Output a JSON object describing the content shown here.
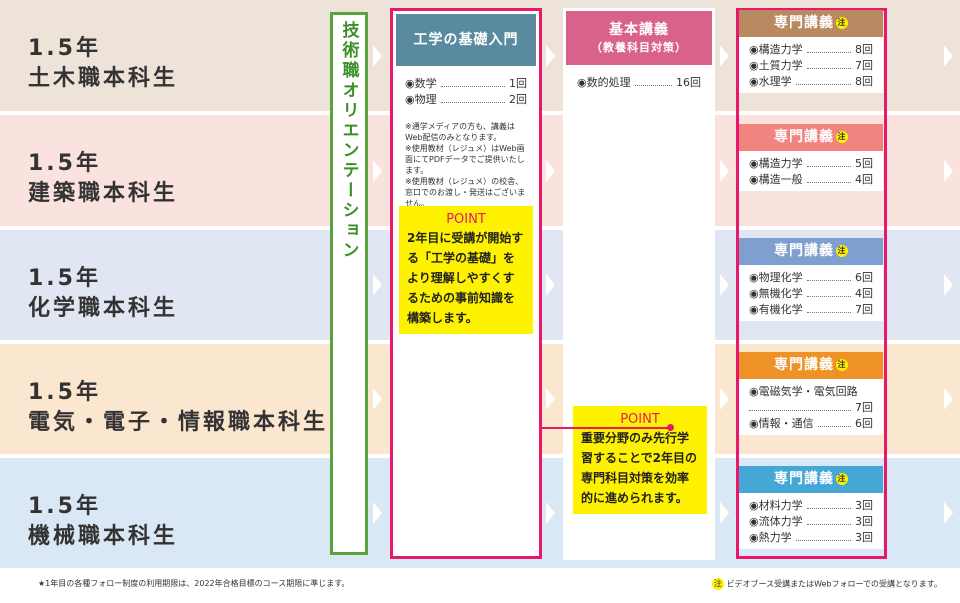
{
  "rows": [
    {
      "line1": "1.5年",
      "line2": "土木職本科生",
      "bg": "#ede3d8"
    },
    {
      "line1": "1.5年",
      "line2": "建築職本科生",
      "bg": "#fae3de"
    },
    {
      "line1": "1.5年",
      "line2": "化学職本科生",
      "bg": "#e0e6f2"
    },
    {
      "line1": "1.5年",
      "line2": "電気・電子・情報職本科生",
      "bg": "#fbe6d0"
    },
    {
      "line1": "1.5年",
      "line2": "機械職本科生",
      "bg": "#d9e8f4"
    }
  ],
  "orientation": "技術職オリエンテーション",
  "intro": {
    "title": "工学の基礎入門",
    "items": [
      {
        "name": "◉数学",
        "count": "1回"
      },
      {
        "name": "◉物理",
        "count": "2回"
      }
    ],
    "notes": [
      "※通学メディアの方も、講義はWeb配信のみとなります。",
      "※使用教材（レジュメ）はWeb画面にてPDFデータでご提供いたします。",
      "※使用教材（レジュメ）の校舎、窓口でのお渡し・発送はございません。"
    ],
    "point_label": "POINT",
    "point_text": "2年目に受講が開始する「工学の基礎」をより理解しやすくするための事前知識を構築します。"
  },
  "basic": {
    "title": "基本講義",
    "subtitle": "（教養科目対策）",
    "items": [
      {
        "name": "◉数的処理",
        "count": "16回"
      }
    ],
    "point_label": "POINT",
    "point_text": "重要分野のみ先行学習することで2年目の専門科目対策を効率的に進められます。"
  },
  "special": [
    {
      "title": "専門講義",
      "color": "#b98a62",
      "items": [
        {
          "name": "◉構造力学",
          "count": "8回"
        },
        {
          "name": "◉土質力学",
          "count": "7回"
        },
        {
          "name": "◉水理学",
          "count": "8回"
        }
      ]
    },
    {
      "title": "専門講義",
      "color": "#f28480",
      "items": [
        {
          "name": "◉構造力学",
          "count": "5回"
        },
        {
          "name": "◉構造一般",
          "count": "4回"
        }
      ]
    },
    {
      "title": "専門講義",
      "color": "#7f9fd0",
      "items": [
        {
          "name": "◉物理化学",
          "count": "6回"
        },
        {
          "name": "◉無機化学",
          "count": "4回"
        },
        {
          "name": "◉有機化学",
          "count": "7回"
        }
      ]
    },
    {
      "title": "専門講義",
      "color": "#ee9126",
      "items": [
        {
          "name": "◉電磁気学・電気回路",
          "count": "7回"
        },
        {
          "name": "◉情報・通信",
          "count": "6回"
        }
      ]
    },
    {
      "title": "専門講義",
      "color": "#45a7d6",
      "items": [
        {
          "name": "◉材料力学",
          "count": "3回"
        },
        {
          "name": "◉流体力学",
          "count": "3回"
        },
        {
          "name": "◉熱力学",
          "count": "3回"
        }
      ]
    }
  ],
  "note_mark": "注",
  "footer": {
    "left": "★1年目の各種フォロー制度の利用期限は、2022年合格目標のコース期限に準じます。",
    "right": "ビデオブース受講またはWebフォローでの受講となります。"
  }
}
